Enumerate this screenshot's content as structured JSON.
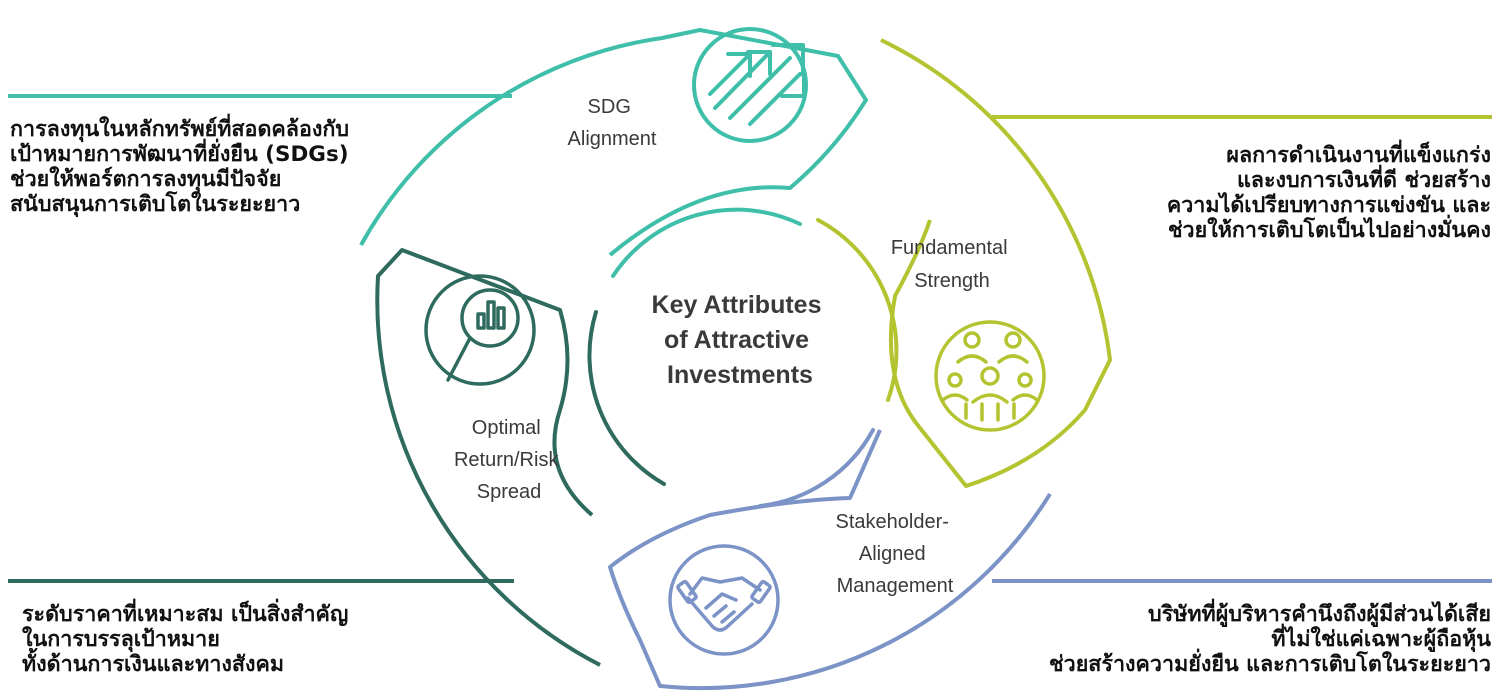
{
  "center": {
    "lines": [
      "Key Attributes",
      "of Attractive",
      "Investments"
    ]
  },
  "segments": [
    {
      "id": "sdg",
      "label_lines": [
        "SDG",
        "Alignment"
      ],
      "icon": "rising-arrows-icon",
      "color": "#3fbfaa",
      "description_lines": [
        "การลงทุนในหลักทรัพย์ที่สอดคล้องกับ",
        "เป้าหมายการพัฒนาที่ยั่งยืน (SDGs)",
        "ช่วยให้พอร์ตการลงทุนมีปัจจัย",
        "สนับสนุนการเติบโตในระยะยาว"
      ]
    },
    {
      "id": "fundamental",
      "label_lines": [
        "Fundamental",
        "Strength"
      ],
      "icon": "team-icon",
      "color": "#b4c431",
      "description_lines": [
        "ผลการดำเนินงานที่แข็งแกร่ง",
        "และงบการเงินที่ดี ช่วยสร้าง",
        "ความได้เปรียบทางการแข่งขัน และ",
        "ช่วยให้การเติบโตเป็นไปอย่างมั่นคง"
      ]
    },
    {
      "id": "stakeholder",
      "label_lines": [
        "Stakeholder-",
        "Aligned",
        "Management"
      ],
      "icon": "handshake-icon",
      "color": "#7b93c6",
      "description_lines": [
        "บริษัทที่ผู้บริหารคำนึงถึงผู้มีส่วนได้เสีย",
        "ที่ไม่ใช่แค่เฉพาะผู้ถือหุ้น",
        "ช่วยสร้างความยั่งยืน และการเติบโตในระยะยาว"
      ]
    },
    {
      "id": "optimal",
      "label_lines": [
        "Optimal",
        "Return/Risk",
        "Spread"
      ],
      "icon": "magnifier-chart-icon",
      "color": "#2e6b5e",
      "description_lines": [
        "ระดับราคาที่เหมาะสม เป็นสิ่งสำคัญ",
        "ในการบรรลุเป้าหมาย",
        "ทั้งด้านการเงินและทางสังคม"
      ]
    }
  ]
}
